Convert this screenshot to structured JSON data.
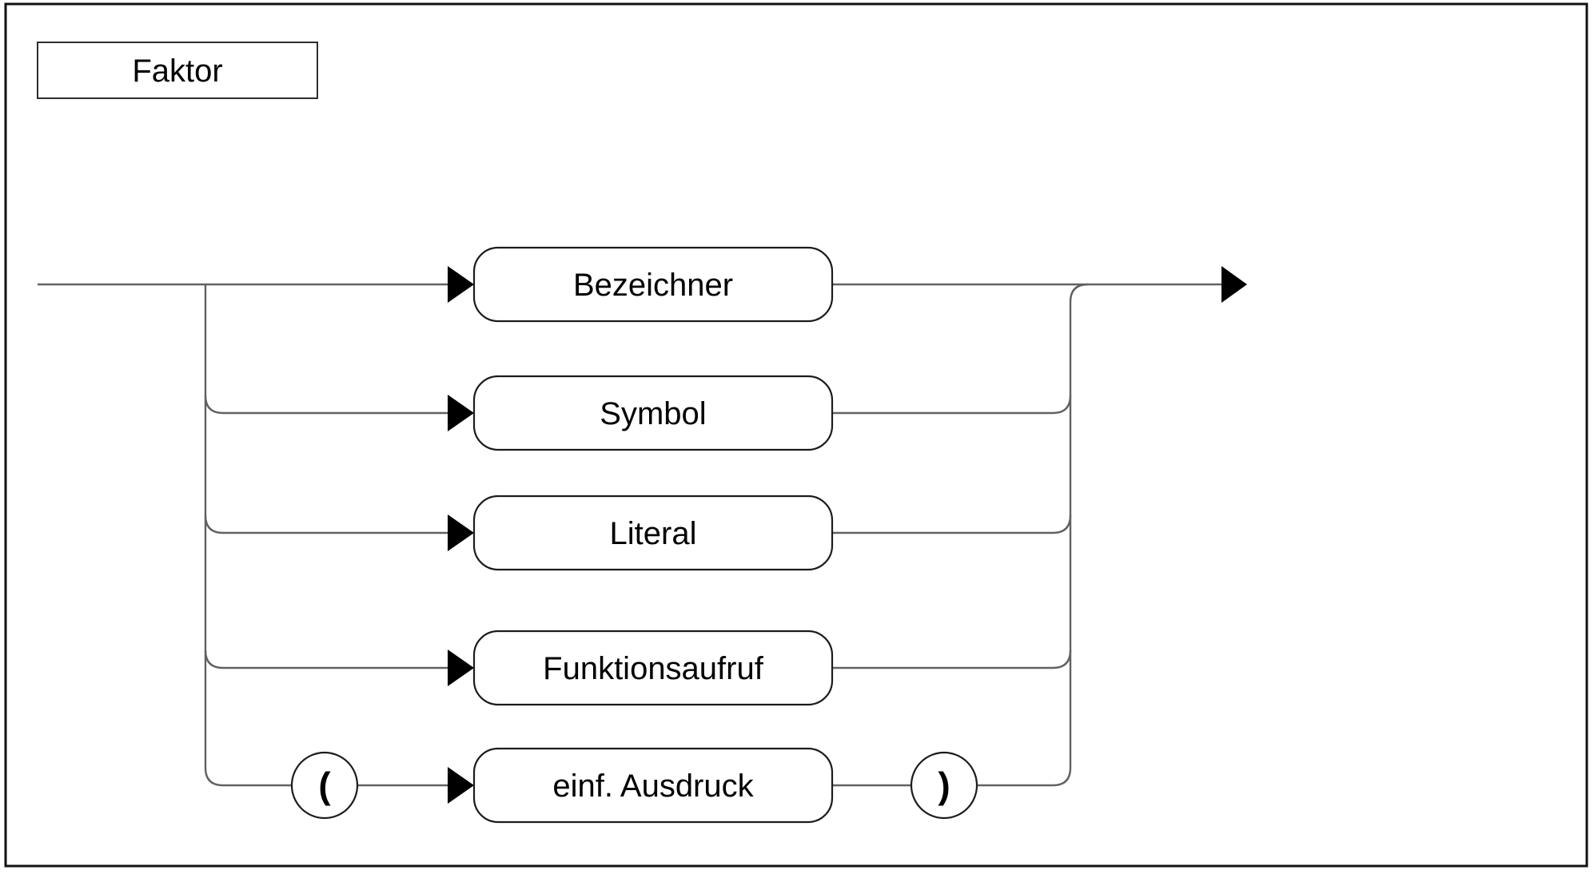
{
  "title": "Faktor",
  "rule": {
    "alternatives": [
      {
        "label": "Bezeichner"
      },
      {
        "label": "Symbol"
      },
      {
        "label": "Literal"
      },
      {
        "label": "Funktionsaufruf"
      },
      {
        "label": "einf. Ausdruck",
        "open_paren": "(",
        "close_paren": ")"
      }
    ]
  },
  "colors": {
    "background": "#ffffff",
    "connector_line": "#616161",
    "shape_border": "#1c1c1c",
    "outer_border": "#111111",
    "arrow_fill": "#000000",
    "text": "#000000"
  }
}
